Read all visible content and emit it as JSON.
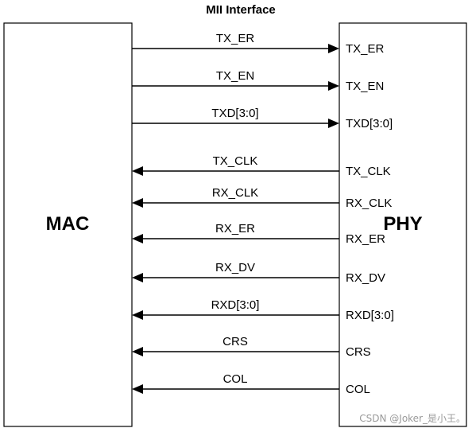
{
  "diagram": {
    "title": "MII Interface",
    "mac_label": "MAC",
    "phy_label": "PHY",
    "signals": [
      {
        "label": "TX_ER",
        "phy_label": "TX_ER",
        "direction": "to-phy"
      },
      {
        "label": "TX_EN",
        "phy_label": "TX_EN",
        "direction": "to-phy"
      },
      {
        "label": "TXD[3:0]",
        "phy_label": "TXD[3:0]",
        "direction": "to-phy"
      },
      {
        "label": "TX_CLK",
        "phy_label": "TX_CLK",
        "direction": "to-mac"
      },
      {
        "label": "RX_CLK",
        "phy_label": "RX_CLK",
        "direction": "to-mac"
      },
      {
        "label": "RX_ER",
        "phy_label": "RX_ER",
        "direction": "to-mac"
      },
      {
        "label": "RX_DV",
        "phy_label": "RX_DV",
        "direction": "to-mac"
      },
      {
        "label": "RXD[3:0]",
        "phy_label": "RXD[3:0]",
        "direction": "to-mac"
      },
      {
        "label": "CRS",
        "phy_label": "CRS",
        "direction": "to-mac"
      },
      {
        "label": "COL",
        "phy_label": "COL",
        "direction": "to-mac"
      }
    ],
    "watermark": "CSDN @Joker_是小王。"
  },
  "colors": {
    "stroke": "#000000",
    "background": "#ffffff",
    "watermark": "#9a9a9a"
  }
}
